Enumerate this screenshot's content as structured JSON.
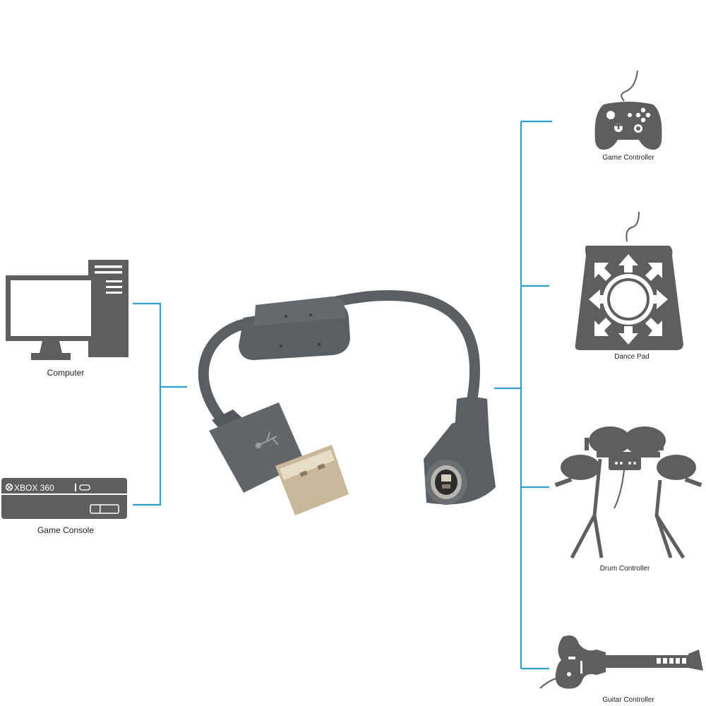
{
  "left_devices": [
    {
      "label": "Computer",
      "icon": "computer-icon"
    },
    {
      "label": "Game Console",
      "icon": "game-console-icon",
      "badge": "XBOX 360"
    }
  ],
  "right_devices": [
    {
      "label": "Game Controller",
      "icon": "game-controller-icon"
    },
    {
      "label": "Dance Pad",
      "icon": "dance-pad-icon"
    },
    {
      "label": "Drum Controller",
      "icon": "drum-controller-icon"
    },
    {
      "label": "Guitar Controller",
      "icon": "guitar-controller-icon"
    }
  ],
  "colors": {
    "connector_line": "#2f9fd0",
    "icon_fill": "#5e5e5e",
    "cable": "#5b5f63",
    "usb_plug": "#c9b89a"
  }
}
